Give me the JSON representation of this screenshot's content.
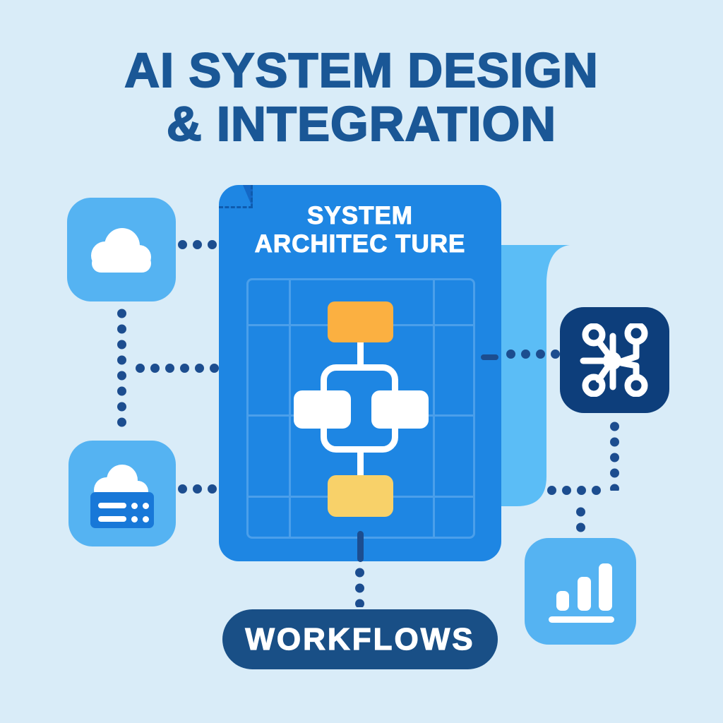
{
  "title": {
    "line1": "AI SYSTEM DESIGN",
    "line2": "& INTEGRATION"
  },
  "card": {
    "heading_line1": "SYSTEM",
    "heading_line2": "ARCHITEC TURE"
  },
  "workflows": {
    "label": "WORKFLOWS"
  },
  "icons": {
    "top_left_tile": "cloud-icon",
    "bottom_left_tile": "cloud-server-icon",
    "right_tile": "network-nodes-icon",
    "bottom_right_tile": "bar-chart-icon",
    "card_corner": "folded-page-corner",
    "card_center": "flowchart-diagram"
  },
  "colors": {
    "background": "#D9ECF8",
    "title_text": "#1A5796",
    "card_blue": "#1E86E3",
    "grid_line": "#4B9FEA",
    "tile_light_blue": "#55B3F2",
    "tile_navy": "#0D3E7B",
    "page_behind_blue": "#5BBDF6",
    "pill_navy": "#194F86",
    "dot_navy": "#1C4D8F",
    "flow_node_orange": "#FBB041",
    "flow_node_yellow": "#F8D169",
    "flow_node_white": "#FFFFFF",
    "server_box_blue": "#1878D8"
  }
}
